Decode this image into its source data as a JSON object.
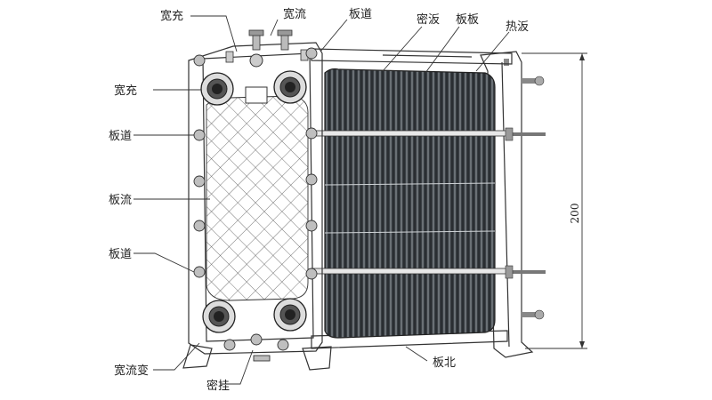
{
  "labels": {
    "left": [
      "宽充",
      "板道",
      "板流",
      "板道",
      "宽流变"
    ],
    "top": [
      "宽流",
      "板道",
      "密汳",
      "板板",
      "热汳"
    ],
    "bottom": [
      "密挂",
      "板北"
    ]
  },
  "dimension": {
    "text": "200"
  }
}
